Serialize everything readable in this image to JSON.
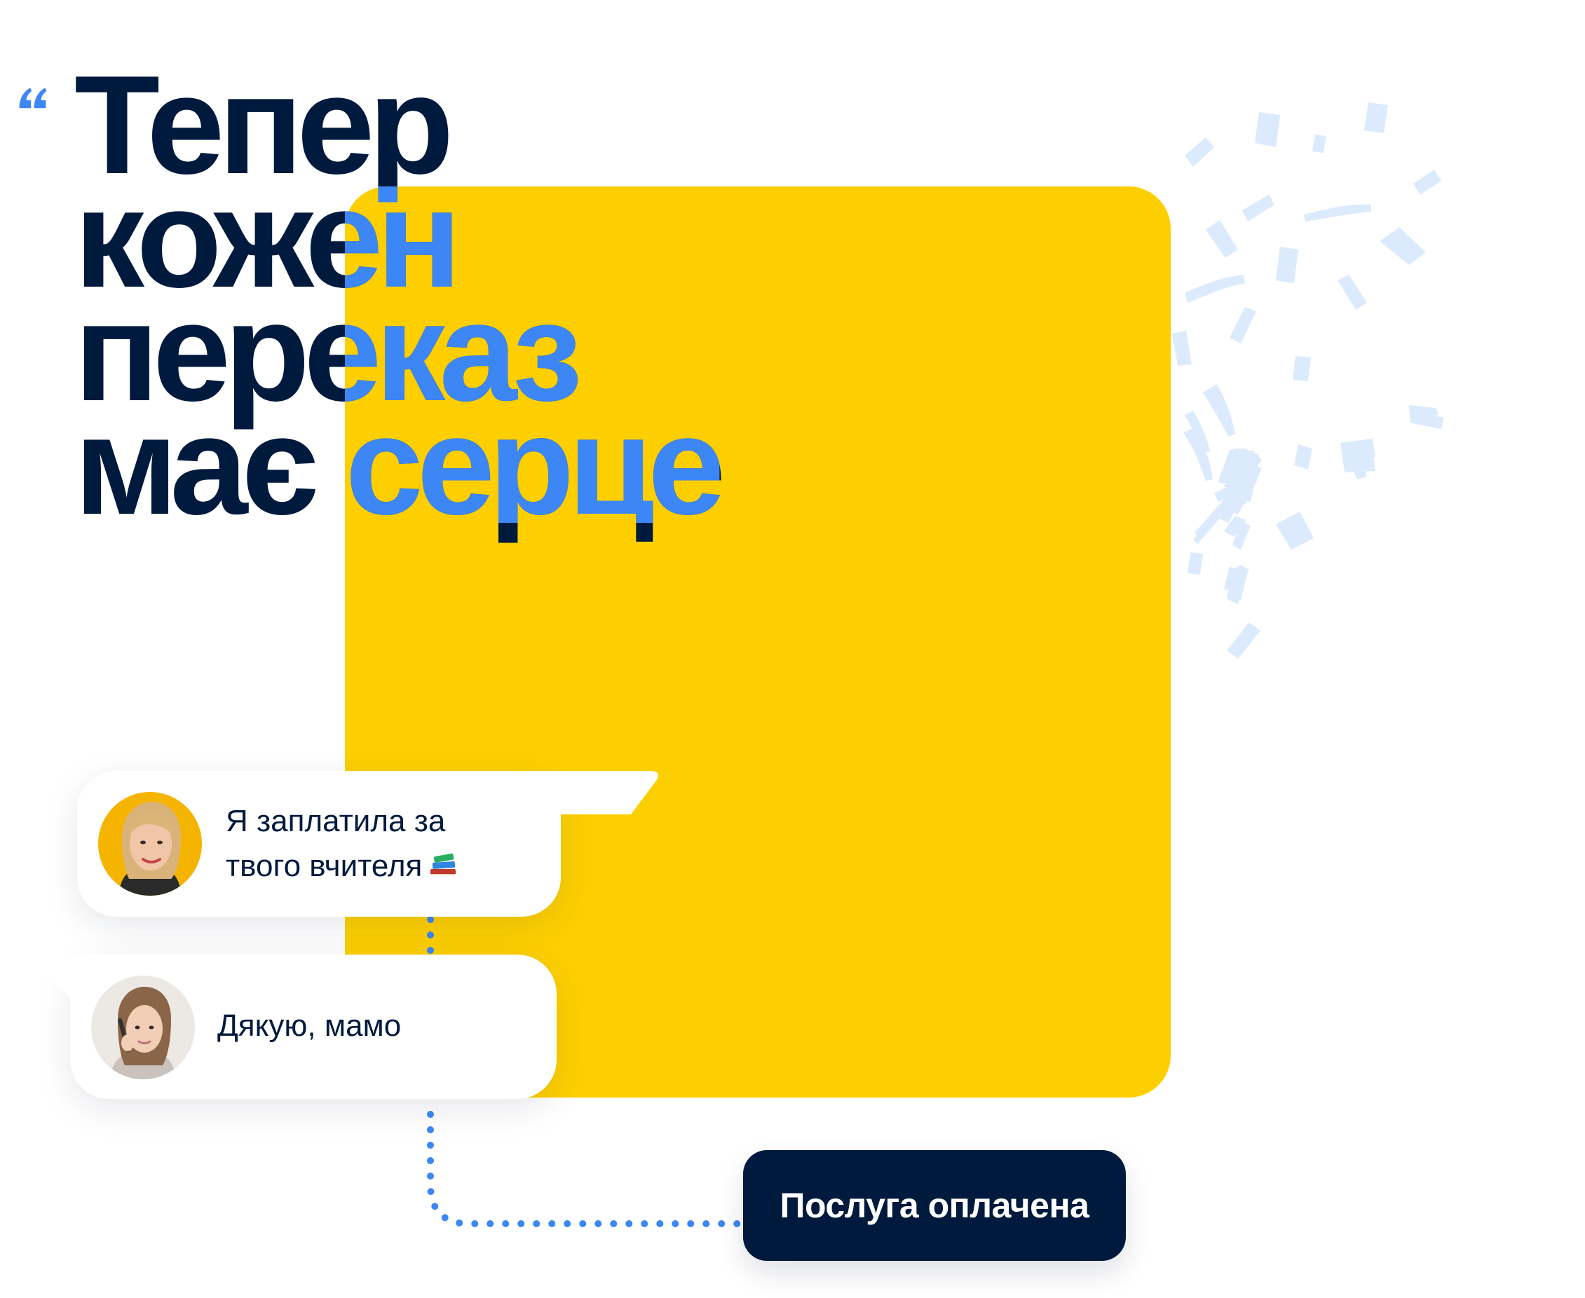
{
  "headline": {
    "lines": [
      "Тепер",
      "кожен",
      "переказ",
      "має серце"
    ]
  },
  "quote_icon": "quote-open-icon",
  "chat": {
    "mom": {
      "avatar_icon": "mom-avatar",
      "text_line1": "Я заплатила за",
      "text_line2": "твого вчителя",
      "emoji_icon": "books-emoji-icon"
    },
    "daughter": {
      "avatar_icon": "daughter-avatar",
      "text": "Дякую, мамо"
    }
  },
  "status": {
    "label": "Послуга оплачена"
  },
  "colors": {
    "navy": "#001A3D",
    "accent_blue": "#3D86F5",
    "accent_yellow": "#FDCF00",
    "confetti": "#DCEAFD"
  }
}
